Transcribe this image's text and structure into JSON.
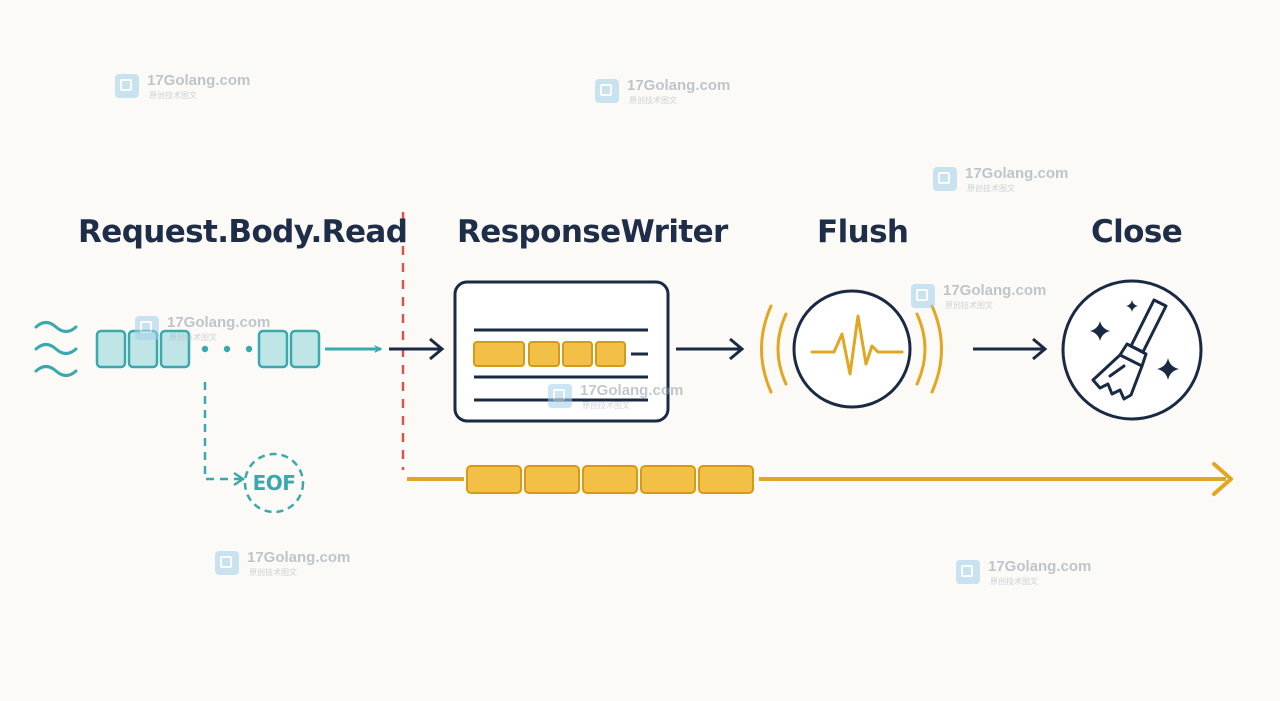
{
  "stages": {
    "request_body_read": "Request.Body.Read",
    "response_writer": "ResponseWriter",
    "flush": "Flush",
    "close": "Close"
  },
  "eof_label": "EOF",
  "watermark": {
    "domain": "17Golang.com",
    "subtitle": "原创技术图文"
  },
  "colors": {
    "background": "#fbfaf6",
    "title_text": "#1e2d48",
    "navy": "#1b2a44",
    "teal": "#3aa9ad",
    "teal_fill": "#bfe5e6",
    "gold": "#e3a622",
    "gold_fill": "#f2c046",
    "divider_red": "#d9534f"
  },
  "icons": {
    "input_stream": "wave-lines-icon",
    "flush": "heartbeat-pulse-icon",
    "close": "broom-sparkles-icon"
  }
}
